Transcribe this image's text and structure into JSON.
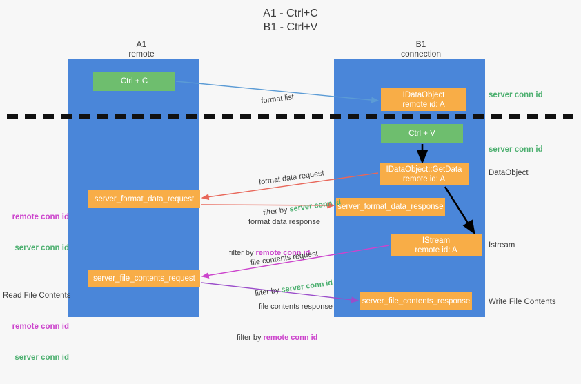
{
  "title": "A1 - Ctrl+C\nB1 - Ctrl+V",
  "colors": {
    "lane": "#4a86d9",
    "green_box": "#6ebe6e",
    "orange_box": "#f8ad47",
    "server_conn": "#4caf6f",
    "remote_conn": "#cc44cc",
    "arrow_blue": "#5b9bd5",
    "arrow_red": "#e8675a",
    "arrow_magenta": "#cc44cc",
    "arrow_purple": "#9b4dca",
    "arrow_black": "#000000",
    "background": "#f7f7f7"
  },
  "columns": [
    {
      "name": "A1",
      "sub": "remote",
      "label": "A1\nremote"
    },
    {
      "name": "B1",
      "sub": "connection",
      "label": "B1\nconnection"
    }
  ],
  "nodes": {
    "ctrl_c": {
      "label": "Ctrl + C",
      "style": "green"
    },
    "idataobject": {
      "line1": "IDataObject",
      "line2": "remote id: A",
      "style": "orange"
    },
    "ctrl_v": {
      "label": "Ctrl + V",
      "style": "green"
    },
    "getdata": {
      "line1": "IDataObject::GetData",
      "line2": "remote id: A",
      "style": "orange"
    },
    "server_format_data_request": {
      "label": "server_format_data_request",
      "style": "orange"
    },
    "server_format_data_response": {
      "label": "server_format_data_response",
      "style": "orange"
    },
    "istream": {
      "line1": "IStream",
      "line2": "remote id: A",
      "style": "orange"
    },
    "server_file_contents_request": {
      "label": "server_file_contents_request",
      "style": "orange"
    },
    "server_file_contents_response": {
      "label": "server_file_contents_response",
      "style": "orange"
    }
  },
  "edge_labels": {
    "format_list": "format list",
    "format_data_request": "format data request",
    "format_data_request_filter_prefix": "filter by ",
    "format_data_request_filter_value": "server conn id",
    "format_data_response": "format data response",
    "format_data_response_filter_prefix": "filter by ",
    "format_data_response_filter_value": "remote conn id",
    "file_contents_request": "file contents request",
    "file_contents_request_filter_prefix": "filter by ",
    "file_contents_request_filter_value": "server conn id",
    "file_contents_response": "file contents response",
    "file_contents_response_filter_prefix": "filter by ",
    "file_contents_response_filter_value": "remote conn id"
  },
  "side_notes": {
    "server_conn_top": "server conn id",
    "server_conn_mid": "server conn id",
    "dataobject": "DataObject",
    "istream": "Istream",
    "write_file_contents": "Write File Contents",
    "read_file_contents": "Read File Contents",
    "remote_conn_id": "remote conn id",
    "server_conn_id": "server conn id"
  }
}
